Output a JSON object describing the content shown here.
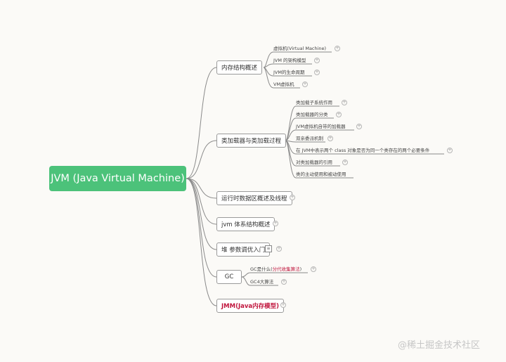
{
  "root": {
    "label": "JVM (Java Virtual Machine)"
  },
  "topics": [
    {
      "label": "内存结构概述",
      "children": [
        "虚拟机(Virtual Machine)",
        "JVM 的架构模型",
        "JVM的生命周期",
        "VM虚拟机"
      ]
    },
    {
      "label": "类加载器与类加载过程",
      "children": [
        "类加载子系统作用",
        "类加载器的分类",
        "JVM虚拟机自带的加载器",
        "双亲委派机制",
        "在 JVM中表示两个 class 对象是否为同一个类存在的两个必要条件",
        "对类加载器的引用",
        "类的主动使用和被动使用"
      ]
    },
    {
      "label": "运行时数据区概述及线程",
      "children": []
    },
    {
      "label": "jvm 体系结构概述",
      "children": []
    },
    {
      "label": "堆 参数调优入门",
      "note_icon": "note-icon",
      "children": []
    },
    {
      "label": "GC",
      "children": [
        {
          "prefix": "GC是什么(",
          "red": "分代收集算法",
          "suffix": ")"
        },
        "GC4大算法"
      ]
    },
    {
      "label": "JMM(Java内存模型)",
      "highlight_color": "#c0143c",
      "children": []
    }
  ],
  "watermark": "@稀土掘金技术社区",
  "colors": {
    "root_bg": "#4cc27a",
    "line": "#8a8a8a",
    "accent_red": "#c0143c"
  }
}
